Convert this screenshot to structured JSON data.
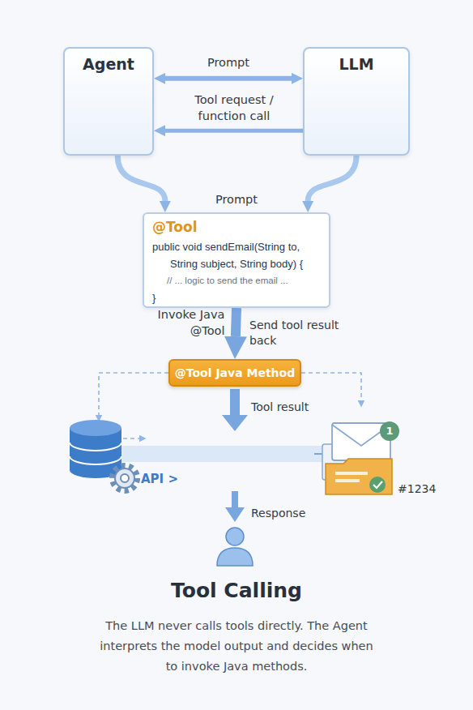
{
  "diagram": {
    "title": "Tool Calling",
    "caption": "The LLM never calls tools directly. The Agent interprets the model output and decides when to invoke Java methods.",
    "nodes": [
      {
        "text": [
          "Agent"
        ]
      },
      {
        "text": [
          "LLM"
        ]
      },
      {
        "text": [
          "@Tool",
          "public void sendEmail(String to,",
          "String subject, String body) {",
          "// ... logic to send the email ...",
          "}"
        ]
      },
      {
        "text": [
          "@Tool Java Method"
        ]
      }
    ],
    "edges": [
      {
        "from": 0,
        "to": 1,
        "arrow": "both",
        "label": "Prompt"
      },
      {
        "from": 1,
        "to": 0,
        "arrow": "to",
        "label": "Tool request / function call"
      },
      {
        "from": 0,
        "to": 2,
        "arrow": "to",
        "label": "Prompt"
      },
      {
        "from": 1,
        "to": 2,
        "arrow": "to"
      },
      {
        "from": 2,
        "to": 3,
        "arrow": "to",
        "label": "Invoke Java @Tool"
      }
    ],
    "labels": [
      "Send tool result back",
      "Tool result",
      "API >",
      "1",
      "#1234",
      "Response"
    ]
  }
}
